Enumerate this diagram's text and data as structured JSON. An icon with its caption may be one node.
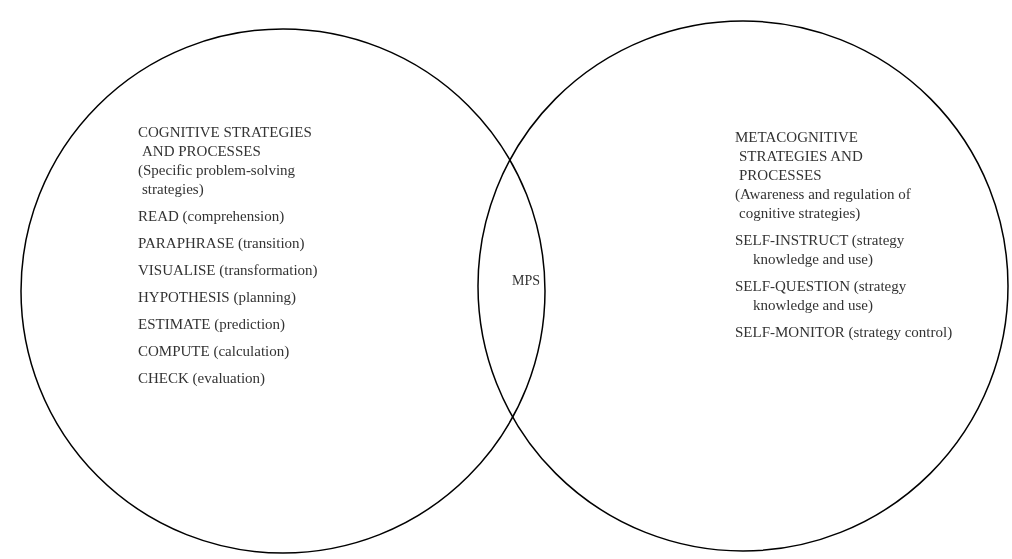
{
  "diagram": {
    "nodes": [
      {
        "text": [
          "COGNITIVE STRATEGIES AND PROCESSES",
          "(Specific problem-solving strategies)",
          "READ (comprehension)",
          "PARAPHRASE (transition)",
          "VISUALISE (transformation)",
          "HYPOTHESIS (planning)",
          "ESTIMATE (prediction)",
          "COMPUTE (calculation)",
          "CHECK (evaluation)"
        ]
      },
      {
        "text": [
          "METACOGNITIVE STRATEGIES AND PROCESSES",
          "(Awareness and regulation of cognitive strategies)",
          "SELF-INSTRUCT (strategy knowledge and use)",
          "SELF-QUESTION (strategy knowledge and use)",
          "SELF-MONITOR (strategy control)"
        ]
      },
      {
        "text": [
          "MPS"
        ]
      }
    ]
  }
}
